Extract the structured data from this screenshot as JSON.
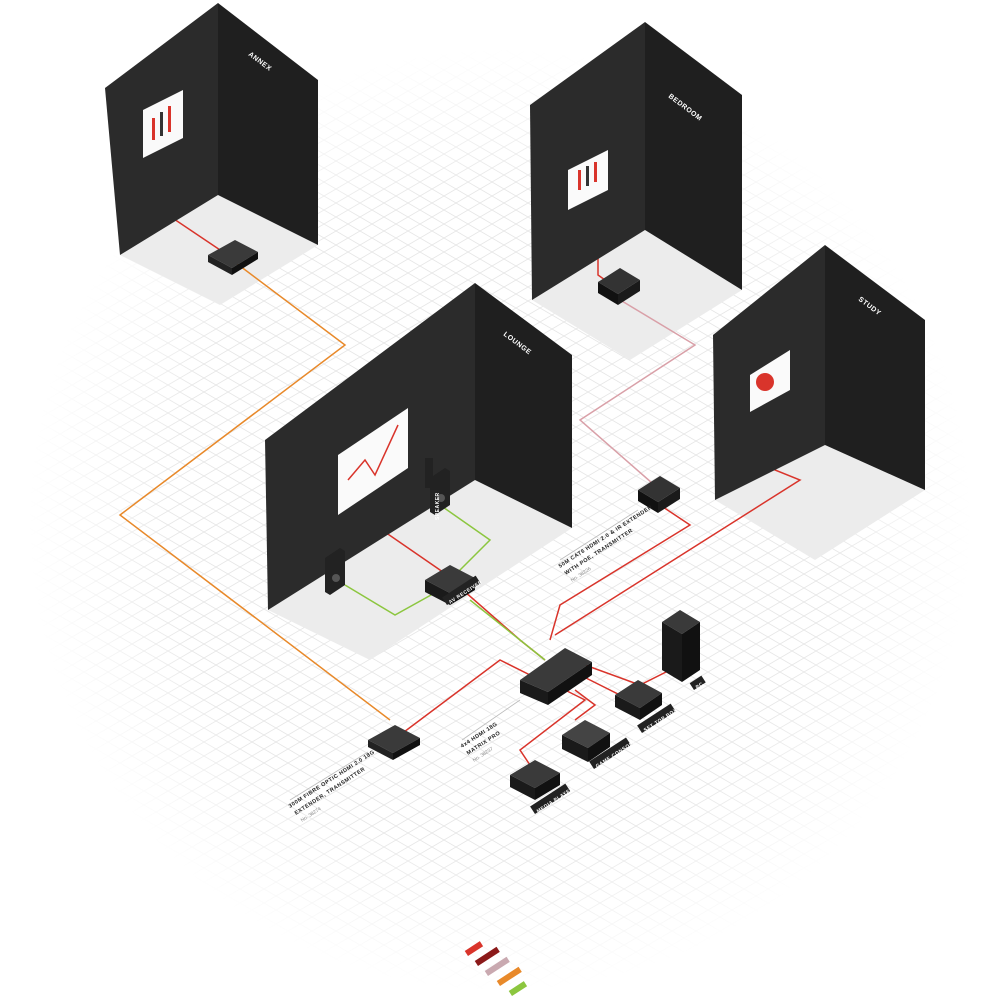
{
  "rooms": [
    {
      "name": "ANNEX"
    },
    {
      "name": "BEDROOM"
    },
    {
      "name": "LOUNGE"
    },
    {
      "name": "STUDY"
    }
  ],
  "devices": {
    "av_receiver": "AV RECEIVER",
    "speaker": "SPEAKER",
    "media_player": "MEDIA PLAYER",
    "game_console": "GAME CONSOLE",
    "set_top_box": "SET TOP BOX",
    "pc": "PC"
  },
  "products": [
    {
      "title_line1": "50M CAT6 HDMI 2.0 & IR EXTENDER",
      "title_line2": "WITH POE, TRANSMITTER",
      "number": "No. 38226"
    },
    {
      "title_line1": "300M FIBRE OPTIC HDMI 2.0 18G",
      "title_line2": "EXTENDER, TRANSMITTER",
      "number": "No. 38274"
    },
    {
      "title_line1": "4x4 HDMI 18G",
      "title_line2": "MATRIX PRO",
      "number": "No. 38237"
    }
  ],
  "legend_colors": [
    "#d9342b",
    "#8b1a1a",
    "#c9a9b0",
    "#e8892a",
    "#8cc63f"
  ],
  "colors": {
    "wall": "#2b2b2b",
    "wall_side": "#1e1e1e",
    "hdmi": "#d9342b",
    "fibre": "#e8892a",
    "speaker_cable": "#8cc63f",
    "cat6": "#d9a0a8"
  }
}
